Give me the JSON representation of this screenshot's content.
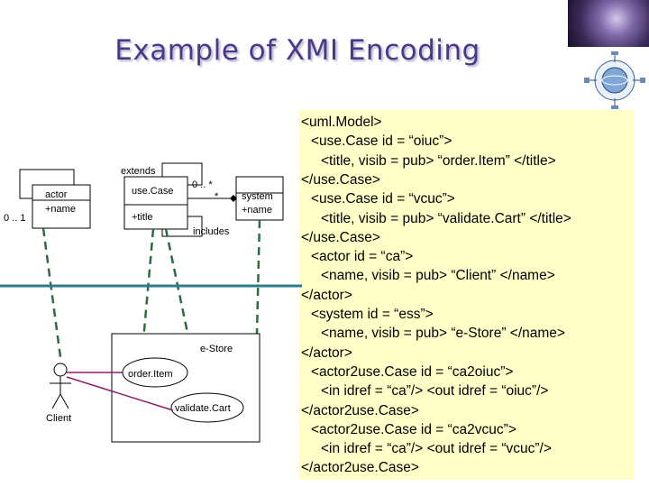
{
  "slide": {
    "title": "Example of XMI Encoding"
  },
  "diagram": {
    "extends": "extends",
    "actor_class": "actor",
    "actor_attr": "+name",
    "actor_mult": "0 .. 1",
    "usecase_class": "use.Case",
    "usecase_attr": "+title",
    "mult_left": "0 .. *",
    "mult_star": "*",
    "system_class": "system",
    "system_attr": "+name",
    "includes": "includes",
    "estore": "e-Store",
    "orderitem": "order.Item",
    "validatecart": "validate.Cart",
    "client": "Client"
  },
  "code": [
    "<uml.Model>",
    "  <use.Case id = “oiuc”>",
    "    <title, visib = pub> “order.Item” </title>",
    "</use.Case>",
    "  <use.Case id = “vcuc”>",
    "    <title, visib = pub> “validate.Cart” </title>",
    "</use.Case>",
    "  <actor id = “ca”>",
    "    <name, visib = pub> “Client” </name>",
    "</actor>",
    "  <system id = “ess”>",
    "    <name, visib = pub> “e-Store” </name>",
    "</actor>",
    "  <actor2use.Case id = “ca2oiuc”>",
    "    <in idref = “ca”/> <out idref = “oiuc”/>",
    "</actor2use.Case>",
    "  <actor2use.Case id = “ca2vcuc”>",
    "    <in idref = “ca”/> <out idref = “vcuc”/>",
    "</actor2use.Case>"
  ],
  "colors": {
    "title": "#4a3a86",
    "code_bg": "#ffffc8",
    "dashed_line": "#2e6b40",
    "separator": "#2b7b8c",
    "association": "#8a1f6a"
  }
}
